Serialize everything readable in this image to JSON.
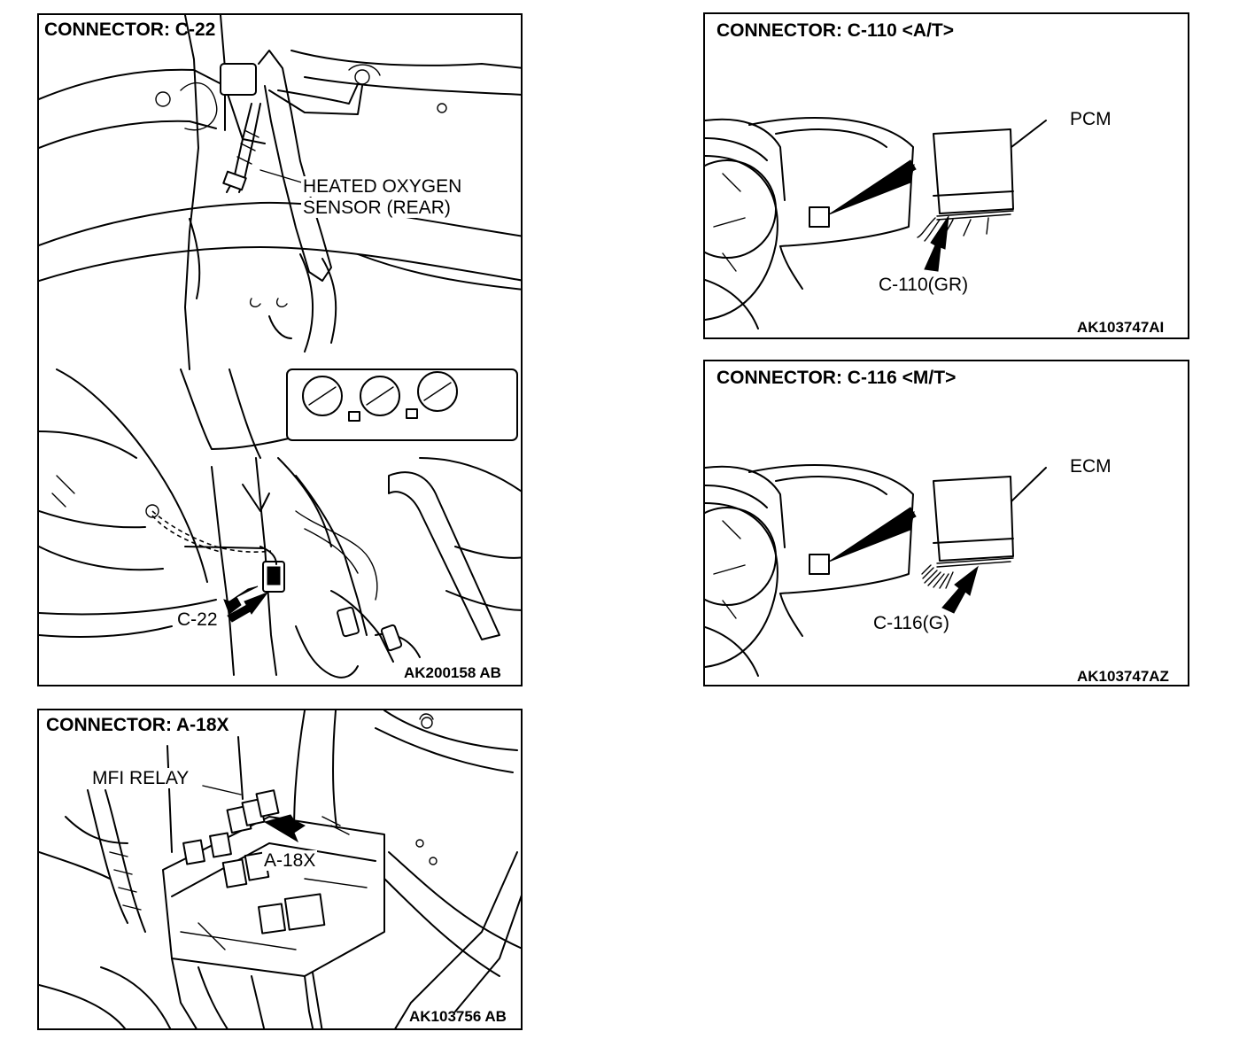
{
  "panels": {
    "c22": {
      "title": "CONNECTOR: C-22",
      "code": "AK200158 AB",
      "labels": {
        "sensor_line1": "HEATED OXYGEN",
        "sensor_line2": "SENSOR (REAR)",
        "connector": "C-22"
      }
    },
    "a18x": {
      "title": "CONNECTOR: A-18X",
      "code": "AK103756 AB",
      "labels": {
        "relay": "MFI RELAY",
        "connector": "A-18X"
      }
    },
    "c110": {
      "title": "CONNECTOR: C-110 <A/T>",
      "code": "AK103747AI",
      "labels": {
        "module": "PCM",
        "connector": "C-110(GR)"
      }
    },
    "c116": {
      "title": "CONNECTOR: C-116 <M/T>",
      "code": "AK103747AZ",
      "labels": {
        "module": "ECM",
        "connector": "C-116(G)"
      }
    }
  }
}
